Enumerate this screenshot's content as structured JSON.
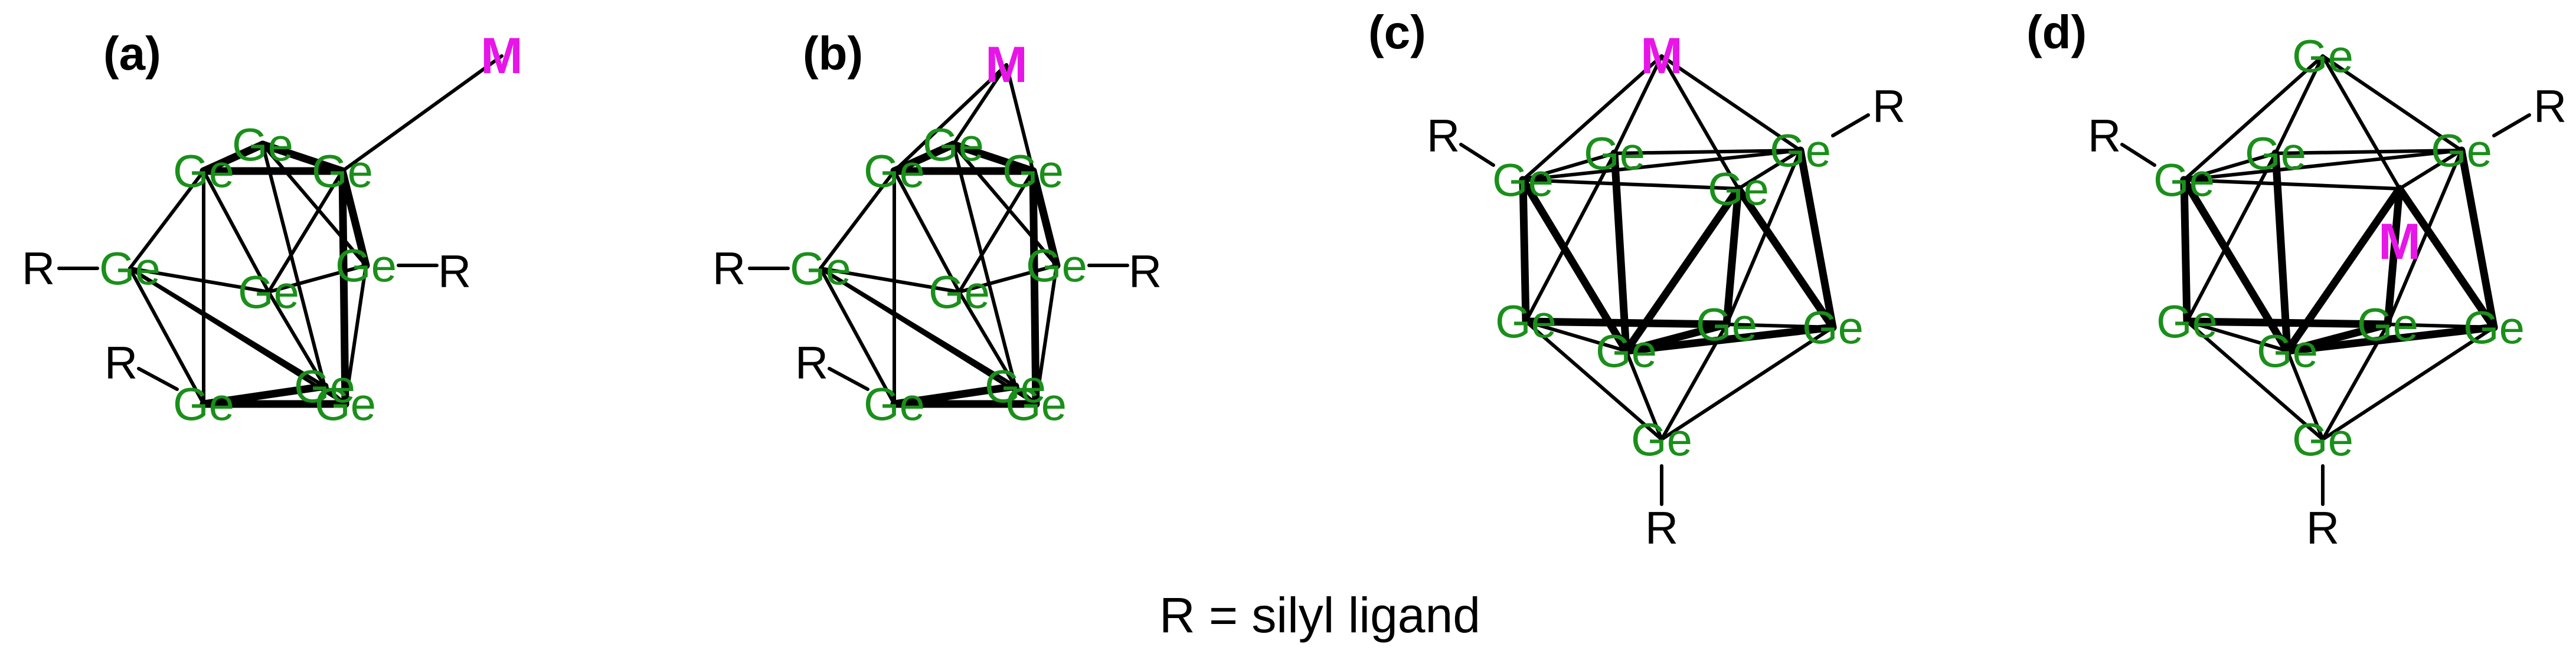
{
  "colors": {
    "germanium": "#1a8f1a",
    "metal": "#e815e8",
    "bond": "#000000"
  },
  "caption": "R = silyl ligand",
  "panels": [
    {
      "id": "a",
      "label": "(a)",
      "metal_label": "M",
      "atom_label": "Ge",
      "substituent_label": "R"
    },
    {
      "id": "b",
      "label": "(b)",
      "metal_label": "M",
      "atom_label": "Ge",
      "substituent_label": "R"
    },
    {
      "id": "c",
      "label": "(c)",
      "metal_label": "M",
      "atom_label": "Ge",
      "substituent_label": "R"
    },
    {
      "id": "d",
      "label": "(d)",
      "metal_label": "M",
      "atom_label": "Ge",
      "substituent_label": "R"
    }
  ]
}
